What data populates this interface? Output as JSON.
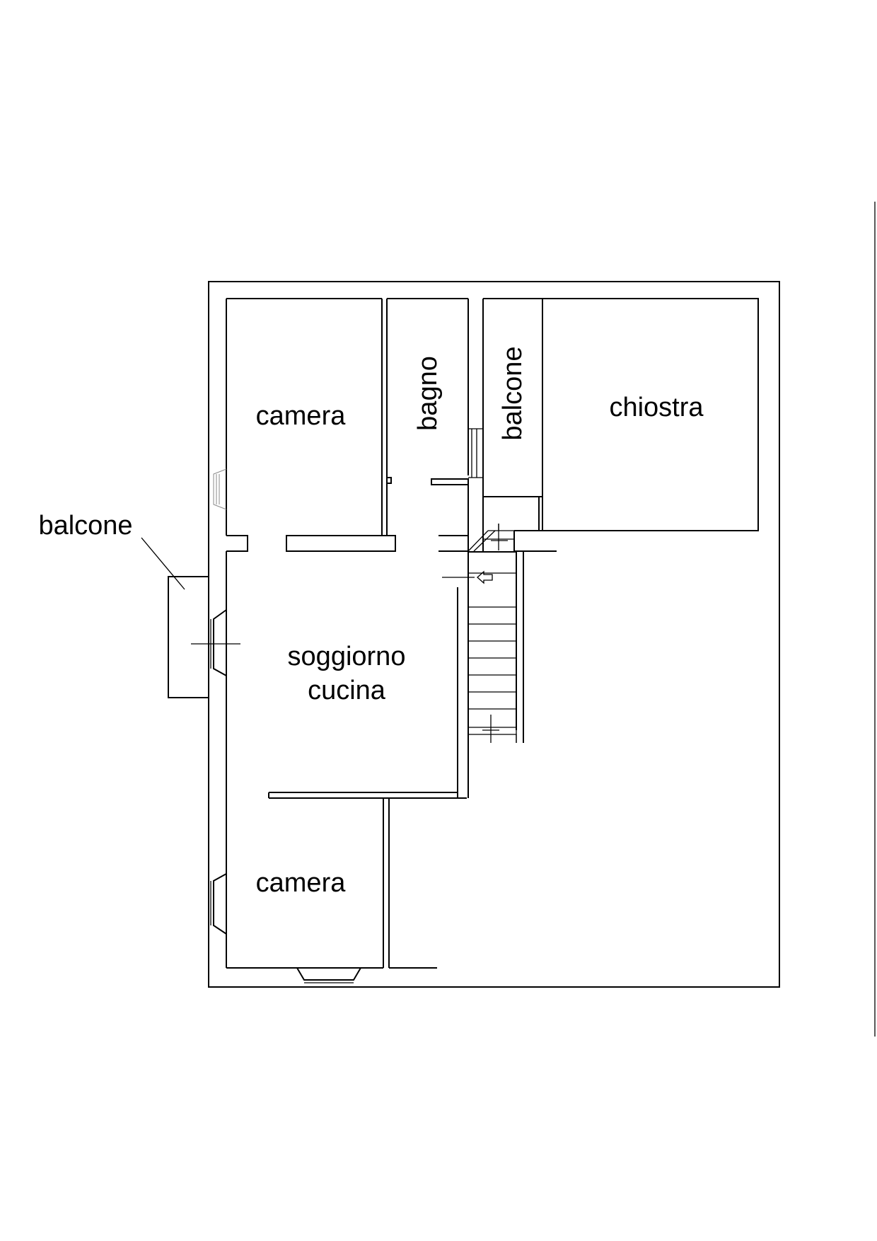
{
  "floor_plan": {
    "rooms": {
      "camera_top": "camera",
      "bagno": "bagno",
      "balcone_inner": "balcone",
      "chiostra": "chiostra",
      "soggiorno_line1": "soggiorno",
      "soggiorno_line2": "cucina",
      "camera_bottom": "camera",
      "balcone_outer": "balcone"
    },
    "colors": {
      "line": "#000000",
      "window_frame": "#8a8a8a",
      "background": "#ffffff"
    },
    "icons": [
      "entrance-arrow-icon"
    ]
  }
}
